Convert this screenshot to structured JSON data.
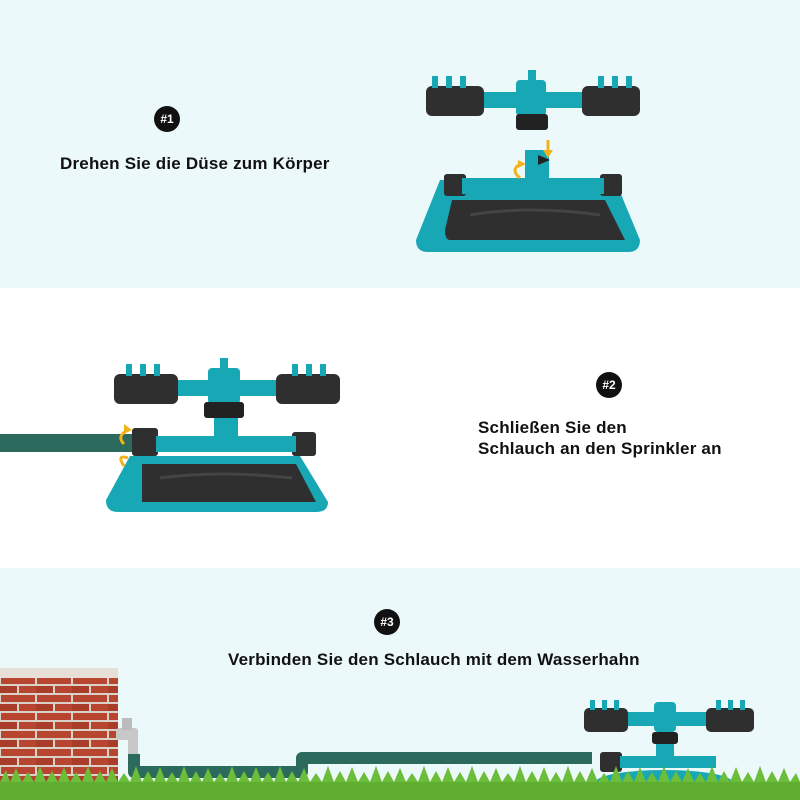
{
  "steps": [
    {
      "badge": "#1",
      "caption_line1": "Drehen Sie die Düse zum Körper"
    },
    {
      "badge": "#2",
      "caption_line1": "Schließen Sie den",
      "caption_line2": "Schlauch an den Sprinkler an"
    },
    {
      "badge": "#3",
      "caption_line1": "Verbinden Sie den Schlauch mit dem Wasserhahn"
    }
  ],
  "colors": {
    "teal": "#17a7b5",
    "dark": "#2f2f2f",
    "hose": "#2c6a5e",
    "arrow": "#f2b21b",
    "brick": "#b8452f",
    "grass": "#5fae32",
    "panel_bg": "#ecf9fb"
  }
}
